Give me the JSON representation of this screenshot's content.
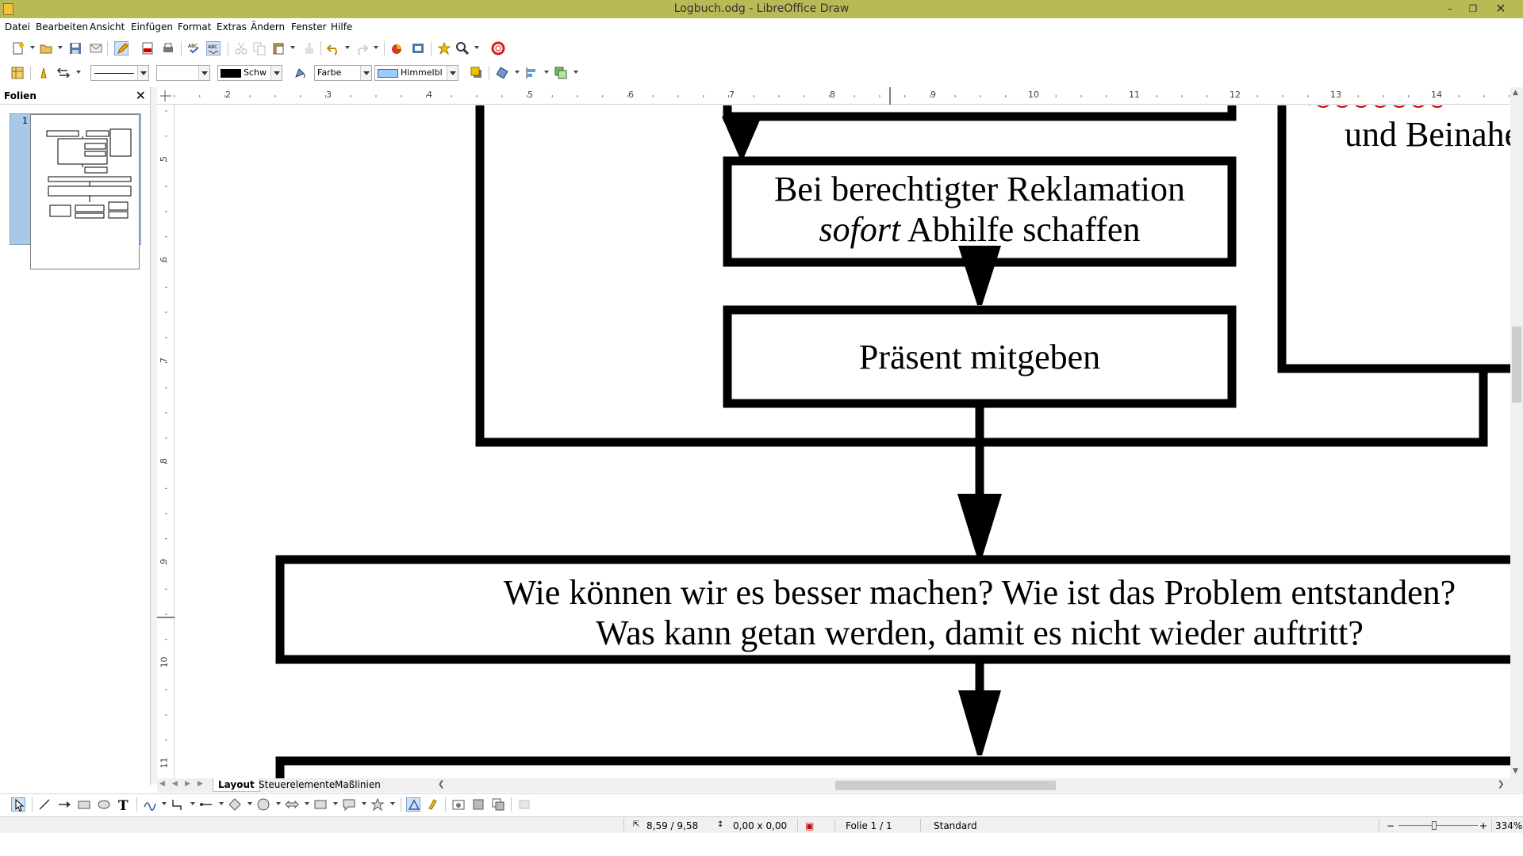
{
  "window": {
    "title": "Logbuch.odg - LibreOffice Draw"
  },
  "menu": [
    "Datei",
    "Bearbeiten",
    "Ansicht",
    "Einfügen",
    "Format",
    "Extras",
    "Ändern",
    "Fenster",
    "Hilfe"
  ],
  "line_toolbar": {
    "line_color": "Schw",
    "area_style": "Farbe",
    "area_color": "Himmelbl",
    "line_color_hex": "#000000",
    "area_color_hex": "#99ccff"
  },
  "slide_pane": {
    "title": "Folien",
    "slide_number": "1"
  },
  "ruler": {
    "horizontal": [
      "2",
      "3",
      "4",
      "5",
      "6",
      "7",
      "8",
      "9",
      "10",
      "11",
      "12",
      "13",
      "14"
    ],
    "vertical": [
      "5",
      "6",
      "7",
      "8",
      "9",
      "10",
      "11"
    ]
  },
  "flowchart": {
    "box1_line1": "Bei berechtigter Reklamation",
    "box1_line2_italic": "sofort",
    "box1_line2_rest": " Abhilfe schaffen",
    "box2": "Präsent mitgeben",
    "right_box_text": "und Beinahe",
    "box3_line1": "Wie können wir es besser machen? Wie ist das Problem entstanden?",
    "box3_line2": "Was kann getan werden, damit es nicht wieder auftritt?"
  },
  "tabs": [
    "Layout",
    "Steuerelemente",
    "Maßlinien"
  ],
  "status": {
    "position": "8,59 / 9,58",
    "size": "0,00 x 0,00",
    "slide": "Folie 1 / 1",
    "layout": "Standard",
    "zoom": "334%"
  }
}
